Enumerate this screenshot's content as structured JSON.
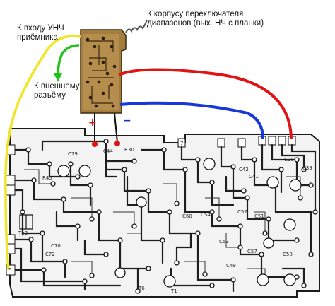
{
  "labels": {
    "to_unch_input": "К входу УНЧ\nприёмника",
    "to_switch_body": "К корпусу переключателя\nдиапазонов (вых. НЧ с планки)",
    "to_external_jack": "К внешнему\nразъёму"
  },
  "polarity": {
    "plus": "+",
    "minus": "−"
  },
  "designators": {
    "c39": "C39",
    "c38": "C38",
    "c42": "C42",
    "c41": "C41",
    "c44": "C44",
    "c51": "C51",
    "c52": "C52",
    "c53": "C53",
    "c54": "C54",
    "c57": "C57",
    "c58": "C58",
    "c60": "C60",
    "c70": "C70",
    "c72": "C72",
    "t1": "T1",
    "t6": "T6",
    "r30": "R30",
    "r45": "R45",
    "c49": "C49",
    "c79": "C79",
    "tr3": "Tp3",
    "n5": "5",
    "n7": "7"
  },
  "colors": {
    "wire_red": "#e01414",
    "wire_blue": "#1838d8",
    "wire_yellow": "#f0e628",
    "wire_green": "#22c41c",
    "board": "#f2f2f2",
    "traces": "#2a2a2a",
    "module": "#a07838"
  }
}
